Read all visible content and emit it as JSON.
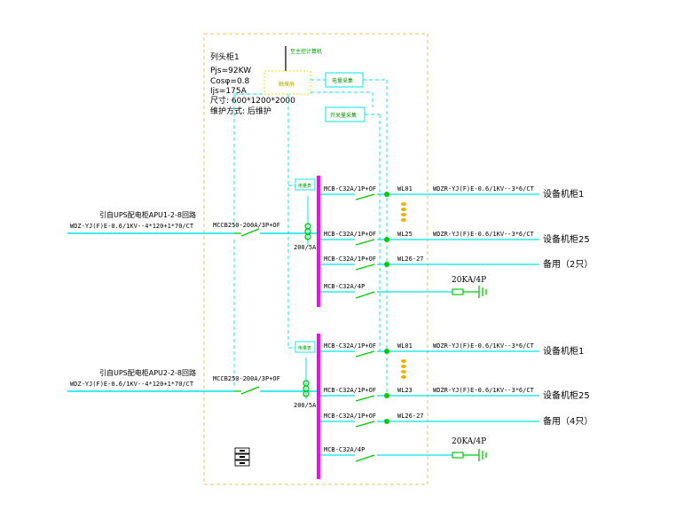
{
  "cabinet": {
    "name": "列头柜1",
    "specs": [
      "Pjs=92KW",
      "Cosφ=0.8",
      "Ijs=175A",
      "尺寸: 600*1200*2000",
      "维护方式: 后维护"
    ]
  },
  "monitoring": {
    "upstream": "至主控计算机",
    "gateway": "触摸屏",
    "meter": "电量采集",
    "switch_collector": "开关量采集",
    "small_box_1": "电量表",
    "small_box_2": "电量表"
  },
  "circuit1": {
    "source_label": "引自UPS配电柜APU1-2-8回路",
    "source_cable": "WDZ-YJ(F)E-0.6/1KV--4*120+1*70/CT",
    "main_breaker": "MCCB250-200A/3P+OF",
    "ct": "200/5A",
    "branches": [
      {
        "breaker": "MCB-C32A/1P+OF",
        "wl": "WL01",
        "cable": "WDZR-YJ(F)E-0.6/1KV--3*6/CT",
        "dest": "设备机柜1"
      },
      {
        "breaker": "MCB-C32A/1P+OF",
        "wl": "WL25",
        "cable": "WDZR-YJ(F)E-0.6/1KV--3*6/CT",
        "dest": "设备机柜25"
      },
      {
        "breaker": "MCB-C32A/1P+OF",
        "wl": "WL26-27",
        "cable": "",
        "dest": "备用（2只）"
      },
      {
        "breaker": "MCB-C32A/4P",
        "wl": "",
        "cable": "20KA/4P",
        "dest": ""
      }
    ]
  },
  "circuit2": {
    "source_label": "引自UPS配电柜APU2-2-8回路",
    "source_cable": "WDZ-YJ(F)E-0.6/1KV--4*120+1*70/CT",
    "main_breaker": "MCCB250-200A/3P+OF",
    "ct": "200/5A",
    "branches": [
      {
        "breaker": "MCB-C32A/1P+OF",
        "wl": "WL01",
        "cable": "WDZR-YJ(F)E-0.6/1KV--3*6/CT",
        "dest": "设备机柜1"
      },
      {
        "breaker": "MCB-C32A/1P+OF",
        "wl": "WL23",
        "cable": "WDZR-YJ(F)E-0.6/1KV--3*6/CT",
        "dest": "设备机柜25"
      },
      {
        "breaker": "MCB-C32A/1P+OF",
        "wl": "WL26-27",
        "cable": "",
        "dest": "备用（4只）"
      },
      {
        "breaker": "MCB-C32A/4P",
        "wl": "",
        "cable": "20KA/4P",
        "dest": ""
      }
    ]
  },
  "colors": {
    "bus": "#ff00ff",
    "line": "#00e5e5",
    "green": "#00cc00",
    "frame": "#f0c060",
    "gateway_border": "#e6e600",
    "coil": "#f0b000"
  }
}
